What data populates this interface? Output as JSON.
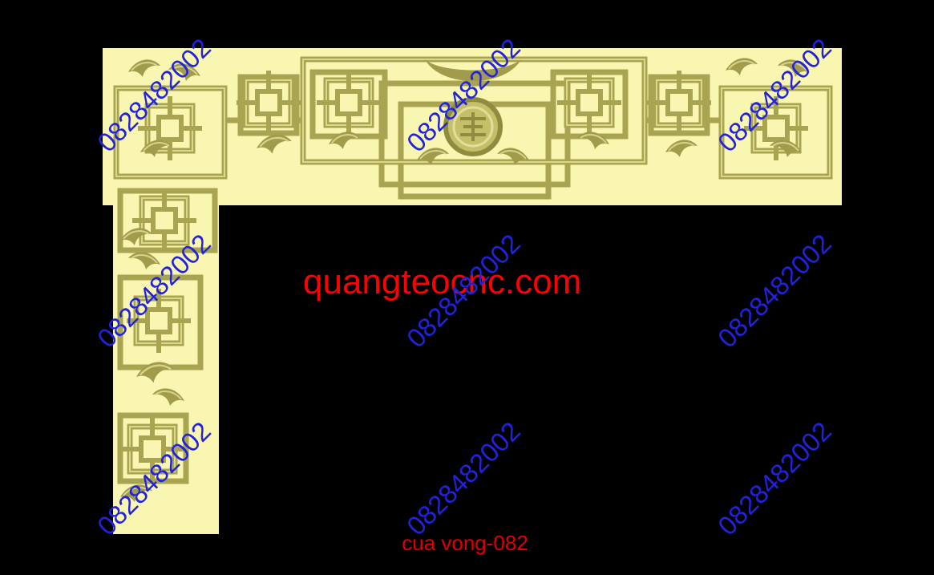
{
  "artwork": {
    "website": "quangteocnc.com",
    "caption": "cua vong-082",
    "watermark": "0828482002",
    "colors": {
      "background": "#000000",
      "panel": "#f8f6b0",
      "relief": "#b2ae5a",
      "website_text": "#ff0000",
      "caption_text": "#e00000",
      "watermark_text": "#2222dd"
    }
  }
}
